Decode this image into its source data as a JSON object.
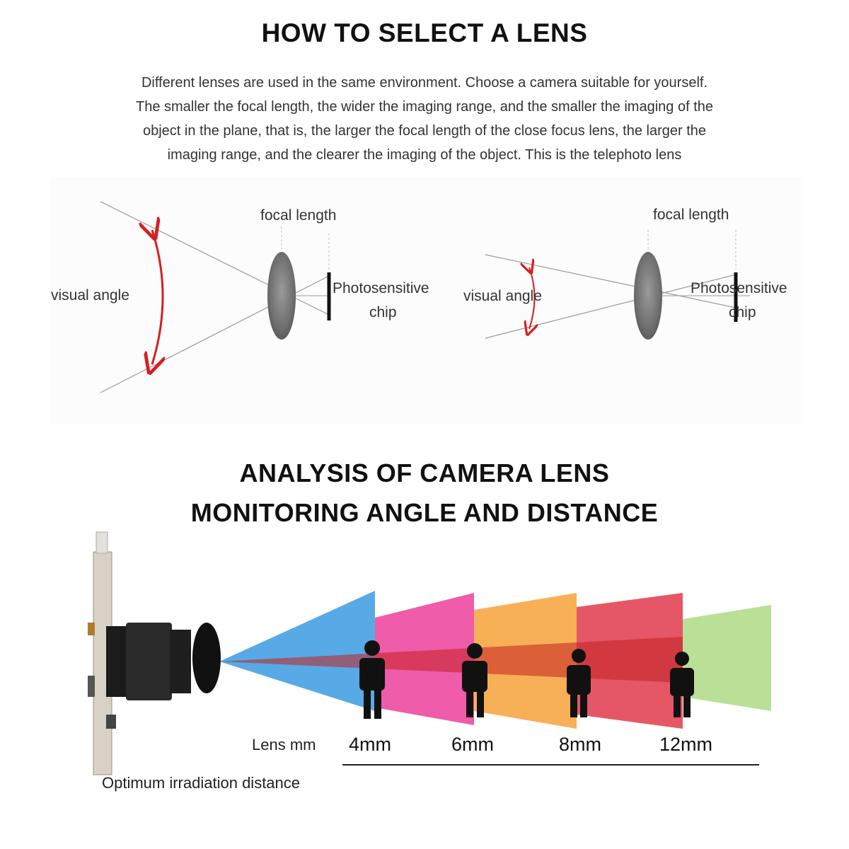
{
  "section1": {
    "title": "HOW TO SELECT A LENS",
    "description_lines": [
      "Different lenses are used in the same environment. Choose a camera suitable for yourself.",
      "The smaller the focal length, the wider the imaging range, and the smaller the imaging of the",
      "object in the plane, that is, the larger the focal length of the close focus lens, the larger the",
      "imaging range, and the clearer the imaging of the object. This is the telephoto lens"
    ],
    "wide_diagram": {
      "focal_label": "focal length",
      "angle_label": "visual angle",
      "chip_label_1": "Photosensitive",
      "chip_label_2": "chip"
    },
    "tele_diagram": {
      "focal_label": "focal length",
      "angle_label": "visual angle",
      "chip_label_1": "Photosensitive",
      "chip_label_2": "chip"
    }
  },
  "section2": {
    "title_line1": "ANALYSIS OF CAMERA LENS",
    "title_line2": "MONITORING ANGLE AND DISTANCE",
    "lens_label": "Lens mm",
    "lenses": [
      "4mm",
      "6mm",
      "8mm",
      "12mm"
    ],
    "distance_label": "Optimum irradiation distance"
  },
  "colors": {
    "angle_arrow": "#d42020",
    "beam_blue": "#3a9be0",
    "beam_pink": "#ec3f9a",
    "beam_orange": "#f7a23a",
    "beam_red": "#e03a4c",
    "beam_green": "#9bd36a"
  }
}
